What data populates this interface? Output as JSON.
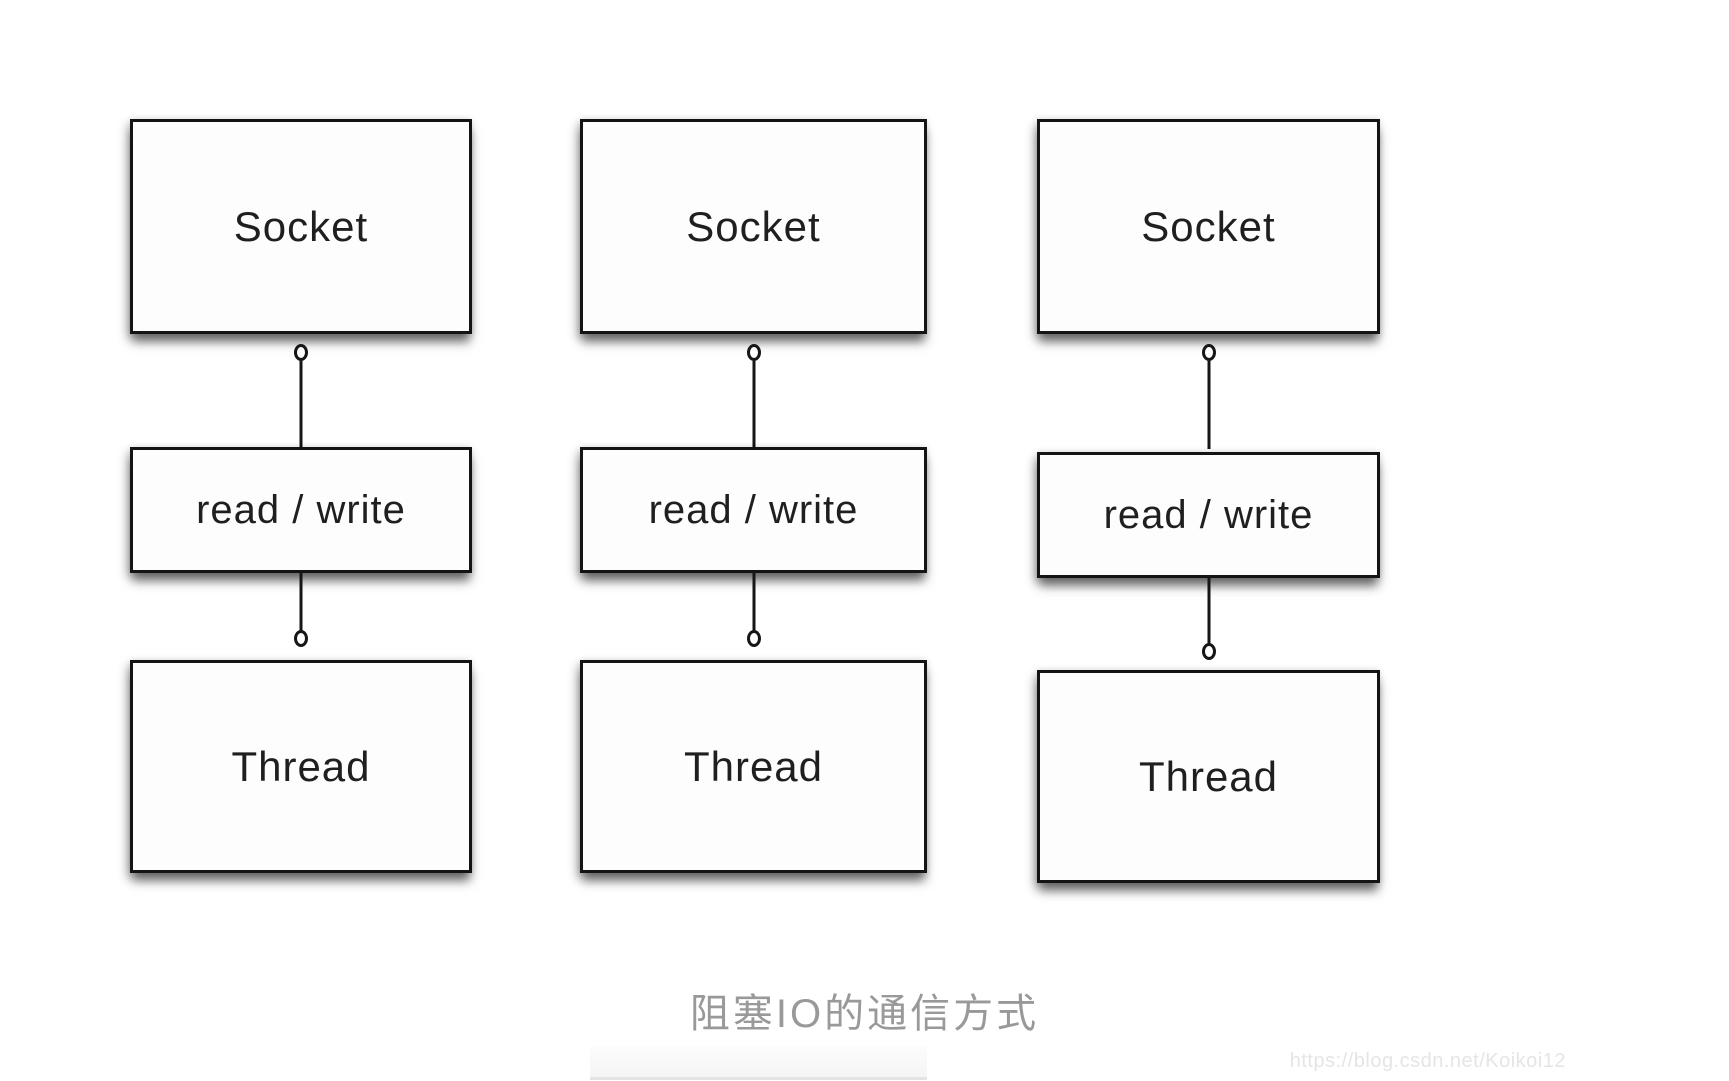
{
  "diagram": {
    "caption": "阻塞IO的通信方式",
    "watermark": "https://blog.csdn.net/Koikoi12",
    "columns": [
      {
        "socket": "Socket",
        "read_write": "read / write",
        "thread": "Thread"
      },
      {
        "socket": "Socket",
        "read_write": "read / write",
        "thread": "Thread"
      },
      {
        "socket": "Socket",
        "read_write": "read / write",
        "thread": "Thread"
      }
    ],
    "colors": {
      "box_border": "#141414",
      "box_fill": "#fdfdfd",
      "box_text": "#1f1f1f",
      "connector": "#161616",
      "caption_text": "#999999",
      "watermark_text": "#e5e5e5",
      "background": "#ffffff"
    }
  }
}
